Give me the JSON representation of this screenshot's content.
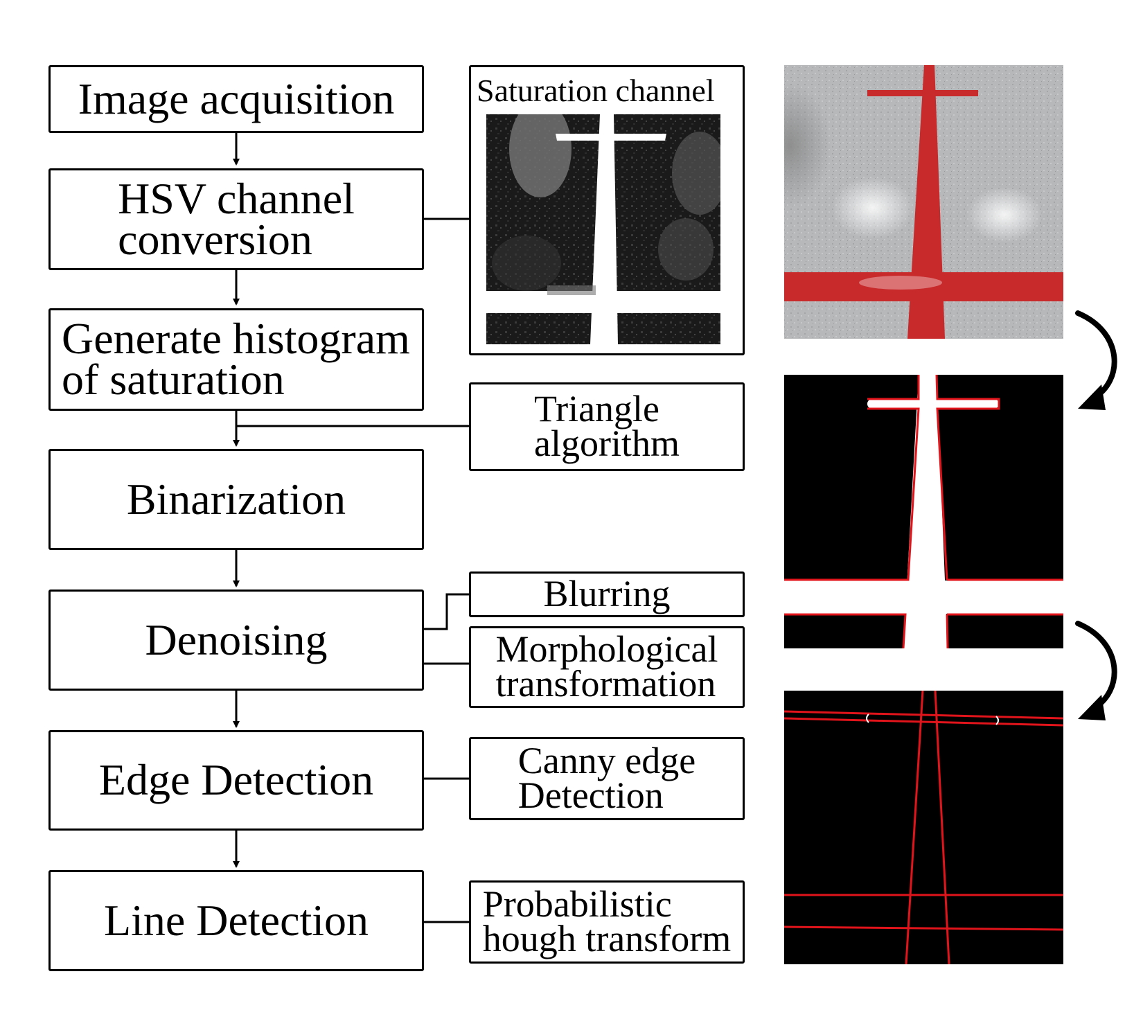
{
  "steps": {
    "image_acquisition": "Image acquisition",
    "hsv_conversion": "HSV channel\nconversion",
    "histogram": "Generate histogram\nof saturation",
    "binarization": "Binarization",
    "denoising": "Denoising",
    "edge_detection": "Edge Detection",
    "line_detection": "Line Detection"
  },
  "methods": {
    "saturation_channel": "Saturation channel",
    "triangle": "Triangle\nalgorithm",
    "blurring": "Blurring",
    "morphological": "Morphological\ntransformation",
    "canny": "Canny edge\nDetection",
    "hough": "Probabilistic\nhough transform"
  },
  "colors": {
    "stroke": "#000000",
    "tape_red": "#c8292b",
    "floor_gray": "#b9bbbd",
    "line_red": "#e0141a"
  }
}
